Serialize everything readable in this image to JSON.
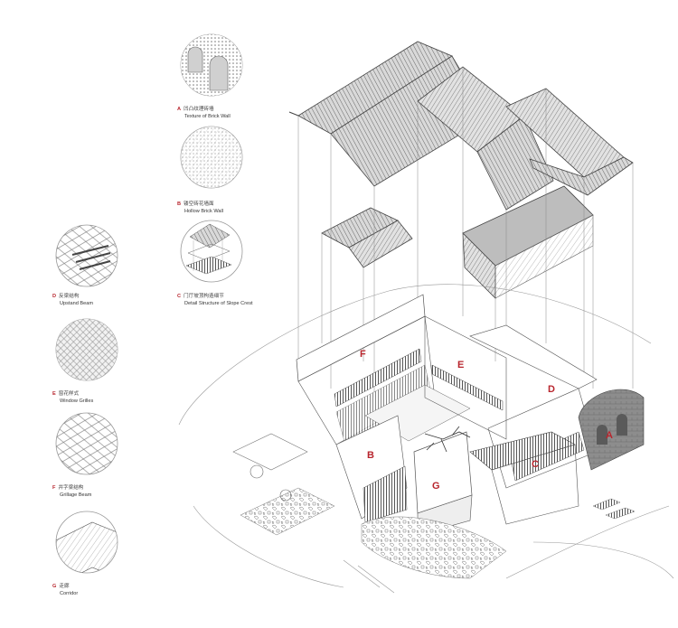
{
  "accent_color": "#b8252d",
  "line_color": "#555555",
  "legend": [
    {
      "letter": "A",
      "cn": "凹凸纹理砖墙",
      "en": "Texture of Brick Wall"
    },
    {
      "letter": "B",
      "cn": "镂空砖花墙面",
      "en": "Hollow Brick Wall"
    },
    {
      "letter": "C",
      "cn": "门厅坡顶构造细节",
      "en": "Detail Structure of Slope Crest"
    },
    {
      "letter": "D",
      "cn": "反梁结构",
      "en": "Upstand Beam"
    },
    {
      "letter": "E",
      "cn": "窗花样式",
      "en": "Window Grilles"
    },
    {
      "letter": "F",
      "cn": "井字梁结构",
      "en": "Grillage Beam"
    },
    {
      "letter": "G",
      "cn": "走廊",
      "en": "Corridor"
    }
  ],
  "markers": [
    "A",
    "B",
    "C",
    "D",
    "E",
    "F",
    "G"
  ]
}
